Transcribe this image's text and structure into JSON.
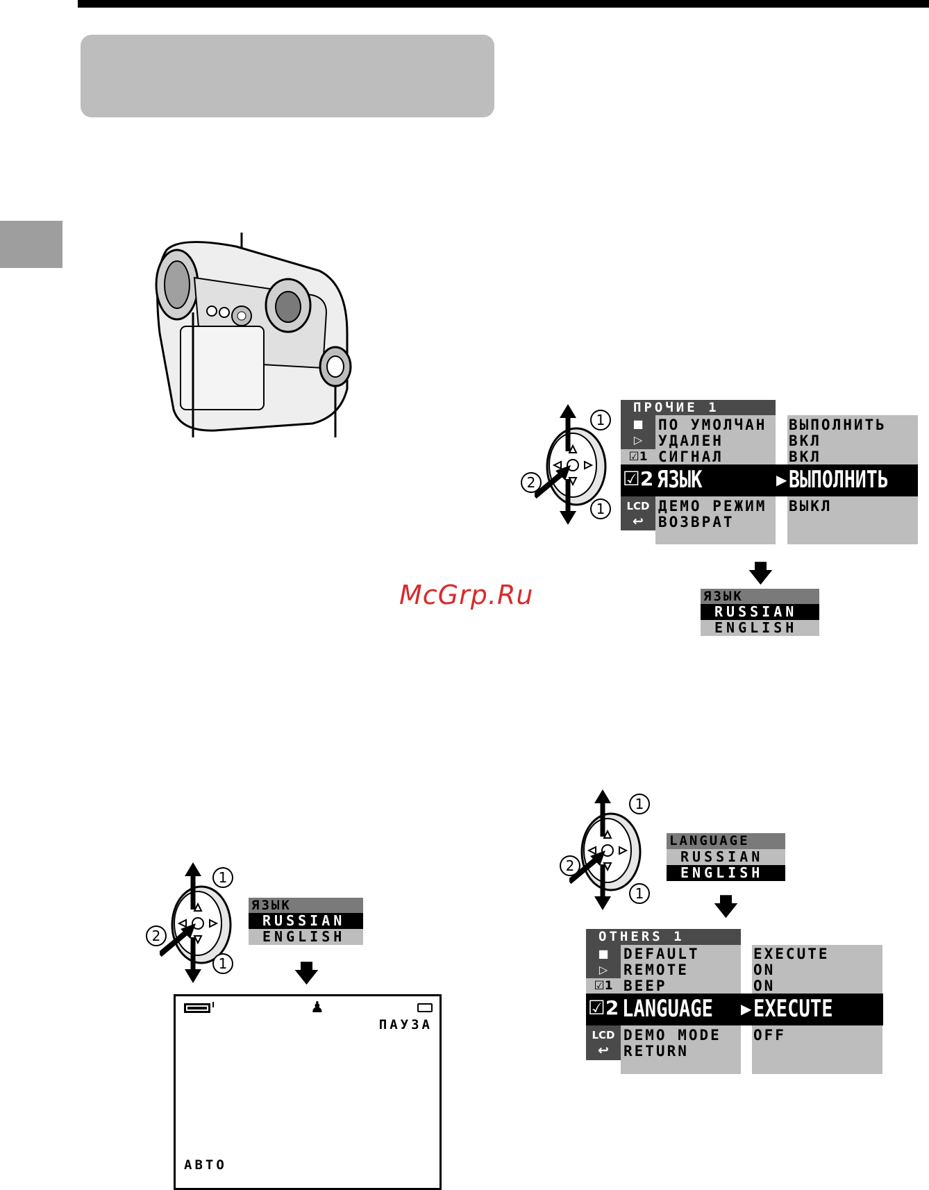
{
  "watermark": "McGrp.Ru",
  "callouts": {
    "one": "1",
    "two": "2"
  },
  "menu_ru": {
    "title": "ПРОЧИЕ 1",
    "items": [
      "ПО УМОЛЧАН",
      "УДАЛЕН",
      "СИГНАЛ",
      "ЯЗЫК",
      "ДЕМО РЕЖИМ",
      "ВОЗВРАТ"
    ],
    "values": [
      "ВЫПОЛНИТЬ",
      "ВКЛ",
      "ВКЛ",
      "ВЫПОЛНИТЬ",
      "ВЫКЛ"
    ],
    "icons": [
      "camera-icon",
      "playback-icon",
      "1",
      "2",
      "LCD",
      "return-icon"
    ]
  },
  "lang_box_ru": {
    "title": "ЯЗЫК",
    "options": [
      "RUSSIAN",
      "ENGLISH"
    ],
    "selected": "RUSSIAN"
  },
  "lang_box_en": {
    "title": "LANGUAGE",
    "options": [
      "RUSSIAN",
      "ENGLISH"
    ],
    "selected": "ENGLISH"
  },
  "lang_box_bottom": {
    "title": "ЯЗЫК",
    "options": [
      "RUSSIAN",
      "ENGLISH"
    ],
    "selected": "RUSSIAN"
  },
  "menu_en": {
    "title": "OTHERS 1",
    "items": [
      "DEFAULT",
      "REMOTE",
      "BEEP",
      "LANGUAGE",
      "DEMO MODE",
      "RETURN"
    ],
    "values": [
      "EXECUTE",
      "ON",
      "ON",
      "EXECUTE",
      "OFF"
    ],
    "icons": [
      "camera-icon",
      "playback-icon",
      "1",
      "2",
      "LCD",
      "return-icon"
    ]
  },
  "screen": {
    "status": "ПАУЗА",
    "mode": "АВТО"
  },
  "colors": {
    "menu_dark": "#4a4a4a",
    "menu_grey": "#bdbdbd",
    "highlight": "#000000",
    "watermark": "#d92b2b"
  }
}
